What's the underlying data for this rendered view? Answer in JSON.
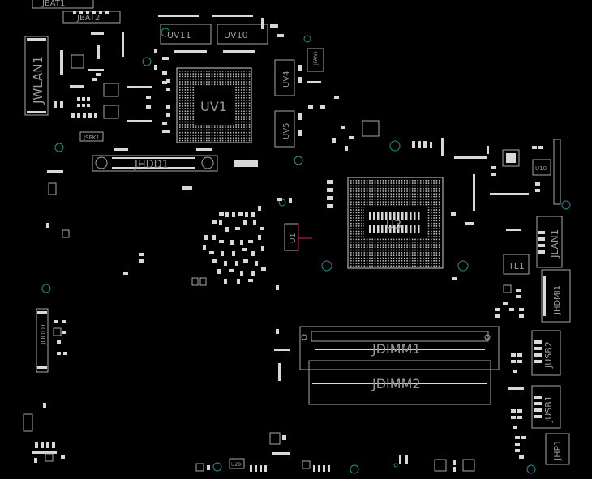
{
  "board": {
    "background": "#000000",
    "outline_color": "#a8a8a8",
    "pad_color": "#d8d8d8",
    "via_color": "#2e8b8b"
  },
  "labels": {
    "jbat1": "JBAT1",
    "jbat2": "JBAT2",
    "jwlan1": "JWLAN1",
    "uv11": "UV11",
    "uv10": "UV10",
    "uv1": "UV1",
    "uv4": "UV4",
    "uv5": "UV5",
    "jfan1": "JFAN1",
    "jspk1": "JSPK1",
    "jhdd1": "JHDD1",
    "u10": "U10",
    "u1": "U1",
    "u3": "U3",
    "u28": "U28",
    "jlan1": "JLAN1",
    "tl1": "TL1",
    "jhdmi1": "JHDMI1",
    "jdimm1": "JDIMM1",
    "jdimm2": "JDIMM2",
    "jusb2": "JUSB2",
    "jusb1": "JUSB1",
    "jhp1": "JHP1",
    "jodd1": "JODD1"
  }
}
